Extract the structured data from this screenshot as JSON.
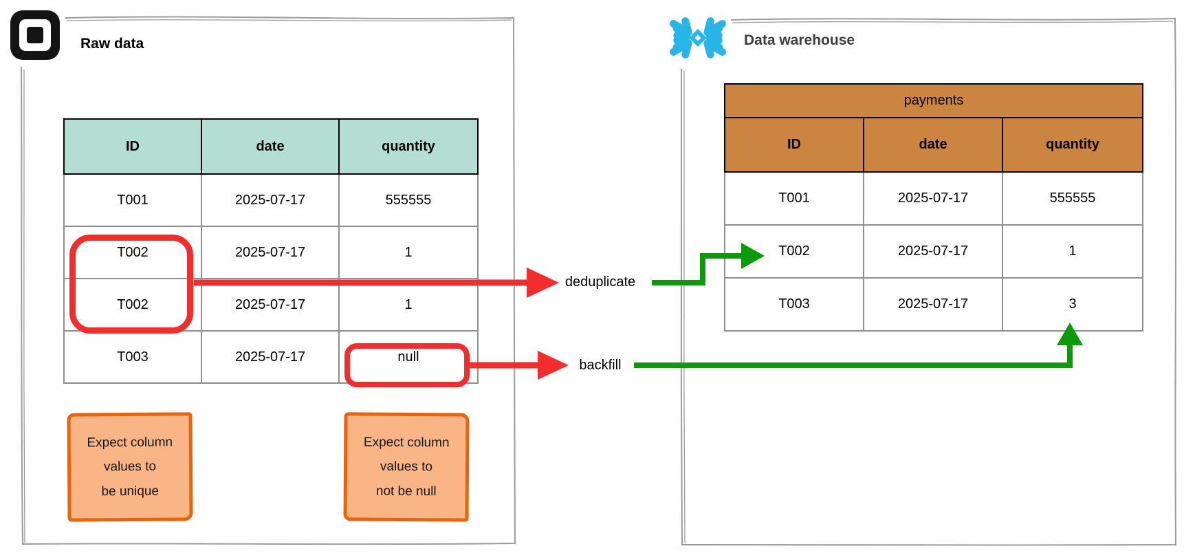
{
  "left_panel": {
    "title": "Raw data",
    "logo": "square-logo",
    "table": {
      "headers": [
        "ID",
        "date",
        "quantity"
      ],
      "rows": [
        [
          "T001",
          "2025-07-17",
          "555555"
        ],
        [
          "T002",
          "2025-07-17",
          "1"
        ],
        [
          "T002",
          "2025-07-17",
          "1"
        ],
        [
          "T003",
          "2025-07-17",
          "null"
        ]
      ]
    },
    "expectations": [
      "Expect column\nvalues to\nbe unique",
      "Expect column\nvalues to\nnot be null"
    ]
  },
  "right_panel": {
    "title": "Data warehouse",
    "logo": "snowflake-logo",
    "table": {
      "title": "payments",
      "headers": [
        "ID",
        "date",
        "quantity"
      ],
      "rows": [
        [
          "T001",
          "2025-07-17",
          "555555"
        ],
        [
          "T002",
          "2025-07-17",
          "1"
        ],
        [
          "T003",
          "2025-07-17",
          "3"
        ]
      ]
    }
  },
  "transforms": {
    "deduplicate_label": "deduplicate",
    "backfill_label": "backfill"
  },
  "colors": {
    "raw_header_teal": "#b4ddd4",
    "warehouse_header_brown": "#cc8540",
    "highlight_red": "#f12d2d",
    "transform_green": "#0a9a0a",
    "note_fill_orange": "#f9b585",
    "note_border_orange": "#e8650f",
    "snowflake_blue": "#29b5e8",
    "sketch_border_gray": "#9b9b9b"
  }
}
